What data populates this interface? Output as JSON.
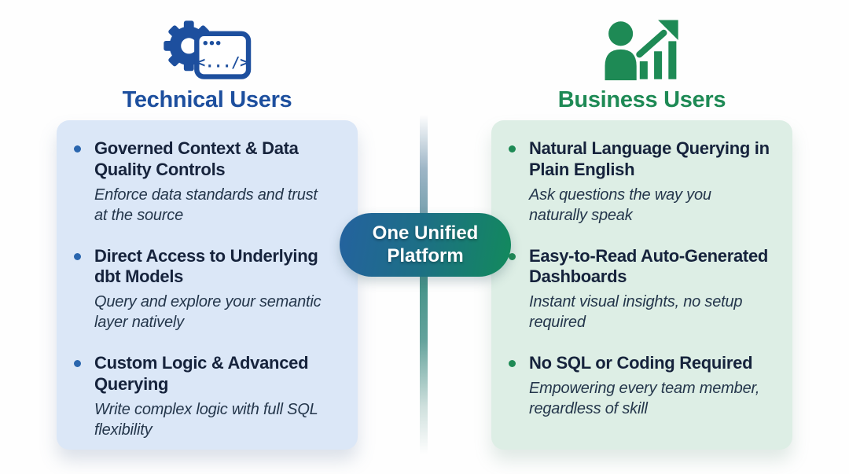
{
  "page": {
    "background_color": "#fefefe"
  },
  "technical": {
    "heading": "Technical Users",
    "accent_color": "#1d4f9e",
    "card_color": "#dbe7f7",
    "icon": "gear-code-window-icon",
    "icon_code_text": "<.../>",
    "items": [
      {
        "title": "Governed Context & Data Quality Controls",
        "desc": "Enforce data standards and trust at the source"
      },
      {
        "title": "Direct Access to Underlying dbt Models",
        "desc": "Query and explore your semantic layer natively"
      },
      {
        "title": "Custom Logic & Advanced Querying",
        "desc": "Write complex logic with full SQL flexibility"
      }
    ]
  },
  "business": {
    "heading": "Business Users",
    "accent_color": "#1e8a55",
    "card_color": "#ddeee5",
    "icon": "person-growth-chart-icon",
    "items": [
      {
        "title": "Natural Language Querying in Plain English",
        "desc": "Ask questions the way you naturally speak"
      },
      {
        "title": "Easy-to-Read Auto-Generated Dashboards",
        "desc": "Instant visual insights, no setup required"
      },
      {
        "title": "No SQL or Coding Required",
        "desc": "Empowering every team member, regardless of skill"
      }
    ]
  },
  "center": {
    "badge_label": "One Unified Platform",
    "gradient_start": "#24629f",
    "gradient_end": "#128a5c",
    "divider_color": "#47948a"
  }
}
